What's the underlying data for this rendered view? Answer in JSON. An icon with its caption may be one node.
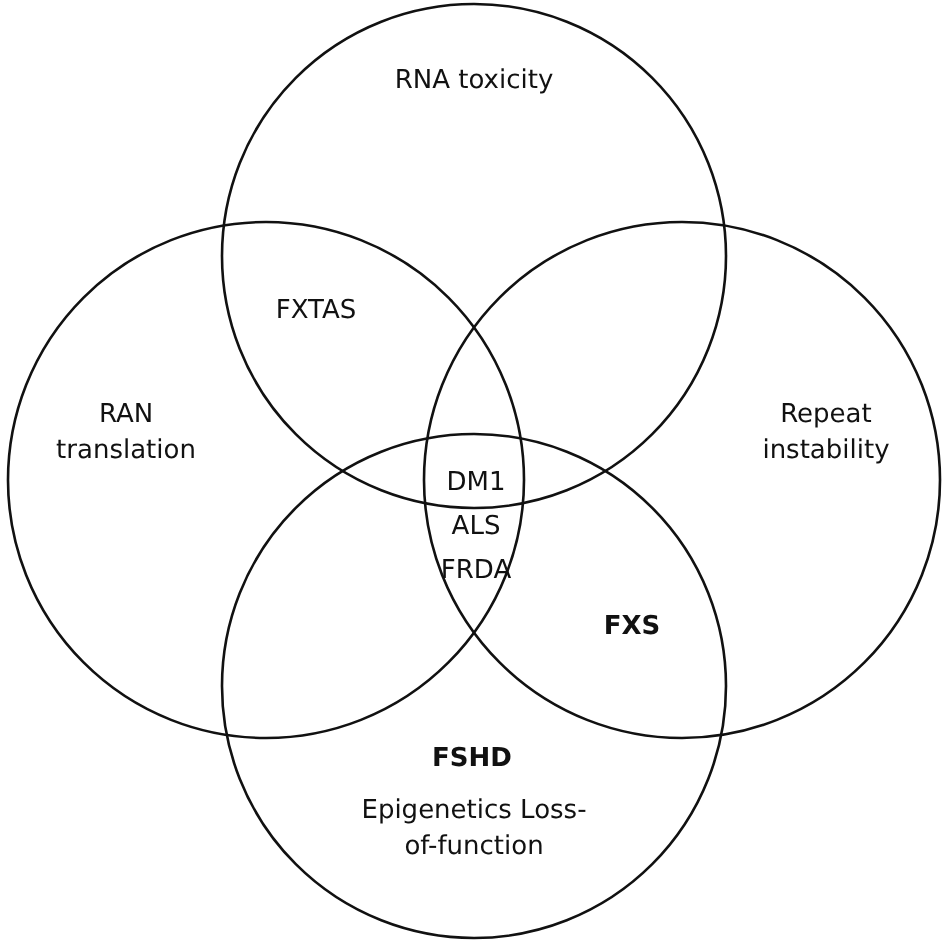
{
  "diagram": {
    "nodes": [
      {
        "text": [
          "RNA toxicity"
        ]
      },
      {
        "text": [
          "RAN translation"
        ]
      },
      {
        "text": [
          "Repeat instability"
        ]
      },
      {
        "text": [
          "Epigenetics Loss-of-function"
        ]
      }
    ],
    "labels": [
      "FXTAS",
      "DM1",
      "ALS",
      "FRDA",
      "FXS",
      "FSHD"
    ]
  }
}
